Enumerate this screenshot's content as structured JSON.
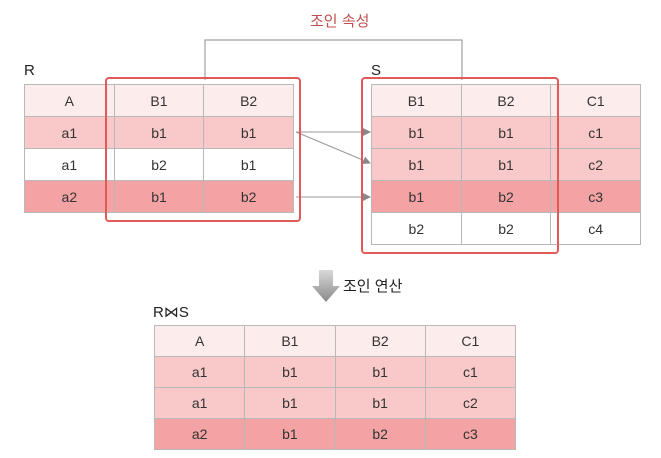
{
  "join_attribute_label": "조인 속성",
  "join_operation_label": "조인 연산",
  "r": {
    "name": "R",
    "headers": [
      "A",
      "B1",
      "B2"
    ],
    "rows": [
      [
        "a1",
        "b1",
        "b1"
      ],
      [
        "a1",
        "b2",
        "b1"
      ],
      [
        "a2",
        "b1",
        "b2"
      ]
    ],
    "row_shades": [
      "s1",
      "w",
      "s2"
    ]
  },
  "s": {
    "name": "S",
    "headers": [
      "B1",
      "B2",
      "C1"
    ],
    "rows": [
      [
        "b1",
        "b1",
        "c1"
      ],
      [
        "b1",
        "b1",
        "c2"
      ],
      [
        "b1",
        "b2",
        "c3"
      ],
      [
        "b2",
        "b2",
        "c4"
      ]
    ],
    "row_shades": [
      "s1",
      "s1",
      "s2",
      "w"
    ]
  },
  "result": {
    "name": "R⋈S",
    "headers": [
      "A",
      "B1",
      "B2",
      "C1"
    ],
    "rows": [
      [
        "a1",
        "b1",
        "b1",
        "c1"
      ],
      [
        "a1",
        "b1",
        "b1",
        "c2"
      ],
      [
        "a2",
        "b1",
        "b2",
        "c3"
      ]
    ],
    "row_shades": [
      "s1",
      "s1",
      "s2"
    ]
  },
  "colors": {
    "frame": "#e05a5a",
    "header": "#fdecec",
    "light_pink": "#f9c9c9",
    "deep_pink": "#f3a3a3",
    "connector": "#a0a0a0",
    "attribute_text": "#c0504d"
  },
  "icons": [
    "arrow-down-icon"
  ]
}
